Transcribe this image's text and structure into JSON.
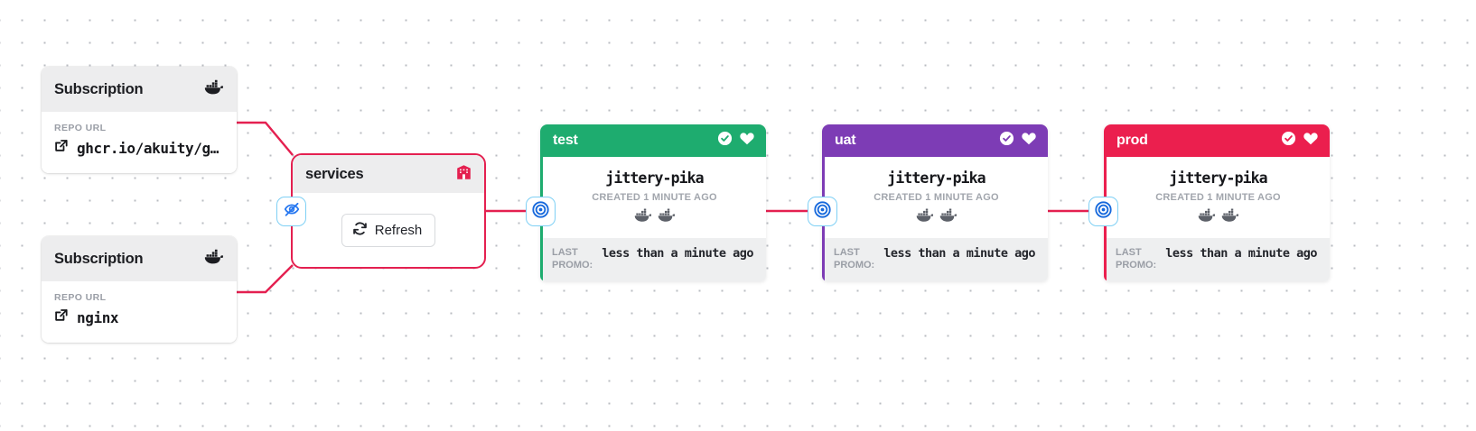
{
  "canvas": {
    "background": "#ffffff",
    "dot_color": "#b9bcc2"
  },
  "colors": {
    "edge_red": "#e42050",
    "test_green": "#1eac6f",
    "uat_purple": "#7d3cb5",
    "prod_red": "#eb1f4e",
    "connector_blue": "#1668dc",
    "header_gray": "#ededee"
  },
  "subscriptions": [
    {
      "title": "Subscription",
      "icon": "docker-icon",
      "field_label": "REPO URL",
      "value": "ghcr.io/akuity/g…",
      "link_icon": "external-link-icon"
    },
    {
      "title": "Subscription",
      "icon": "docker-icon",
      "field_label": "REPO URL",
      "value": "nginx",
      "link_icon": "external-link-icon"
    }
  ],
  "warehouse": {
    "title": "services",
    "icon": "warehouse-icon",
    "refresh_label": "Refresh",
    "refresh_icon": "refresh-icon",
    "hidden_badge_icon": "eye-off-icon"
  },
  "stages": [
    {
      "name": "test",
      "color": "#1eac6f",
      "header_icons": [
        "check-circle-icon",
        "heart-icon"
      ],
      "freight_name": "jittery-pika",
      "created": "CREATED 1 MINUTE AGO",
      "images": [
        "docker-icon",
        "docker-icon"
      ],
      "foot_label": "LAST\nPROMO:",
      "foot_value": "less than a minute ago",
      "connector_icon": "target-icon"
    },
    {
      "name": "uat",
      "color": "#7d3cb5",
      "header_icons": [
        "check-circle-icon",
        "heart-icon"
      ],
      "freight_name": "jittery-pika",
      "created": "CREATED 1 MINUTE AGO",
      "images": [
        "docker-icon",
        "docker-icon"
      ],
      "foot_label": "LAST\nPROMO:",
      "foot_value": "less than a minute ago",
      "connector_icon": "target-icon"
    },
    {
      "name": "prod",
      "color": "#eb1f4e",
      "header_icons": [
        "check-circle-icon",
        "heart-icon"
      ],
      "freight_name": "jittery-pika",
      "created": "CREATED 1 MINUTE AGO",
      "images": [
        "docker-icon",
        "docker-icon"
      ],
      "foot_label": "LAST\nPROMO:",
      "foot_value": "less than a minute ago",
      "connector_icon": "target-icon"
    }
  ]
}
